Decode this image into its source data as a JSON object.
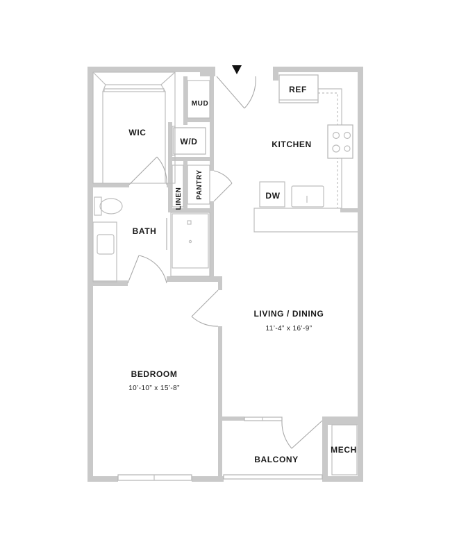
{
  "rooms": {
    "wic": "WIC",
    "mud": "MUD",
    "wd": "W/D",
    "kitchen": "KITCHEN",
    "ref": "REF",
    "pantry": "PANTRY",
    "linen": "LINEN",
    "dw": "DW",
    "bath": "BATH",
    "living": "LIVING / DINING",
    "living_dim": "11’-4” x 16’-9”",
    "bedroom": "BEDROOM",
    "bedroom_dim": "10’-10” x 15’-8”",
    "balcony": "BALCONY",
    "mech": "MECH"
  },
  "colors": {
    "wall": "#c9c9c9",
    "text": "#1a1a1a",
    "entry_marker": "#111111"
  },
  "icons": {
    "entry": "entry-arrow-icon"
  }
}
